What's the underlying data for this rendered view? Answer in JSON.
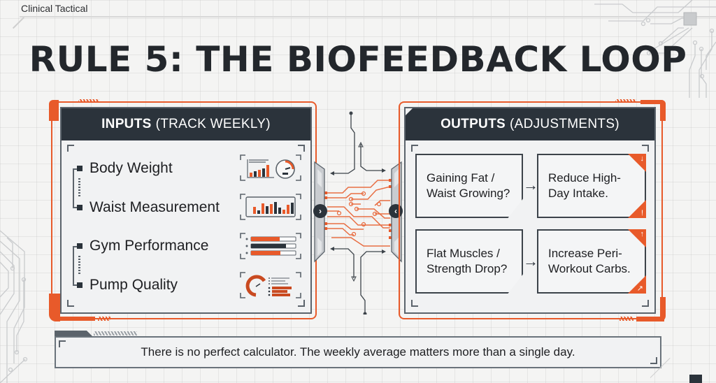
{
  "brand": "Clinical Tactical",
  "title": "RULE 5: THE BIOFEEDBACK LOOP",
  "inputs_panel": {
    "header_bold": "INPUTS",
    "header_paren": "(TRACK WEEKLY)",
    "items": [
      {
        "label": "Body Weight",
        "icon": "bar-chart-gauge-icon"
      },
      {
        "label": "Waist Measurement",
        "icon": "bar-chart-icon"
      },
      {
        "label": "Gym Performance",
        "icon": "progress-bars-icon"
      },
      {
        "label": "Pump Quality",
        "icon": "gauge-list-icon"
      }
    ]
  },
  "connector": {
    "left_button": "›",
    "right_button": "‹"
  },
  "outputs_panel": {
    "header_bold": "OUTPUTS",
    "header_paren": "(ADJUSTMENTS)",
    "rows": [
      {
        "condition": "Gaining Fat / Waist Growing?",
        "action": "Reduce High-Day Intake.",
        "top_badge": "↓",
        "bottom_badge": "!"
      },
      {
        "condition": "Flat Muscles / Strength Drop?",
        "action": "Increase Peri-Workout Carbs.",
        "top_badge": "↑",
        "bottom_badge": "↗"
      }
    ],
    "arrow": "→"
  },
  "footer": {
    "text": "There is no perfect calculator. The weekly average matters more than a single day."
  },
  "colors": {
    "accent": "#e85a2a",
    "dark": "#2b333b",
    "panel_bg": "#f1f2f3",
    "page_bg": "#f4f4f3"
  }
}
